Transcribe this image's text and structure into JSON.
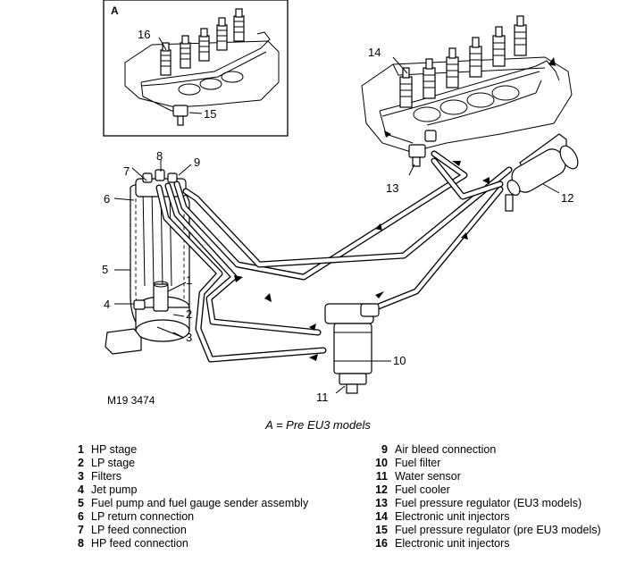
{
  "inset": {
    "letter": "A"
  },
  "callouts": {
    "c1": "1",
    "c2": "2",
    "c3": "3",
    "c4": "4",
    "c5": "5",
    "c6": "6",
    "c7": "7",
    "c8": "8",
    "c9": "9",
    "c10": "10",
    "c11": "11",
    "c12": "12",
    "c13": "13",
    "c14": "14",
    "c15": "15",
    "c16": "16"
  },
  "figure_id": "M19 3474",
  "caption": "A = Pre EU3 models",
  "legend": {
    "left": [
      {
        "num": "1",
        "text": "HP stage"
      },
      {
        "num": "2",
        "text": "LP stage"
      },
      {
        "num": "3",
        "text": "Filters"
      },
      {
        "num": "4",
        "text": "Jet pump"
      },
      {
        "num": "5",
        "text": "Fuel pump and fuel gauge sender assembly"
      },
      {
        "num": "6",
        "text": "LP return connection"
      },
      {
        "num": "7",
        "text": "LP feed connection"
      },
      {
        "num": "8",
        "text": "HP feed connection"
      }
    ],
    "right": [
      {
        "num": "9",
        "text": "Air bleed connection"
      },
      {
        "num": "10",
        "text": "Fuel filter"
      },
      {
        "num": "11",
        "text": "Water sensor"
      },
      {
        "num": "12",
        "text": "Fuel cooler"
      },
      {
        "num": "13",
        "text": "Fuel pressure regulator (EU3 models)"
      },
      {
        "num": "14",
        "text": "Electronic unit injectors"
      },
      {
        "num": "15",
        "text": "Fuel pressure regulator (pre EU3 models)"
      },
      {
        "num": "16",
        "text": "Electronic unit injectors"
      }
    ]
  }
}
